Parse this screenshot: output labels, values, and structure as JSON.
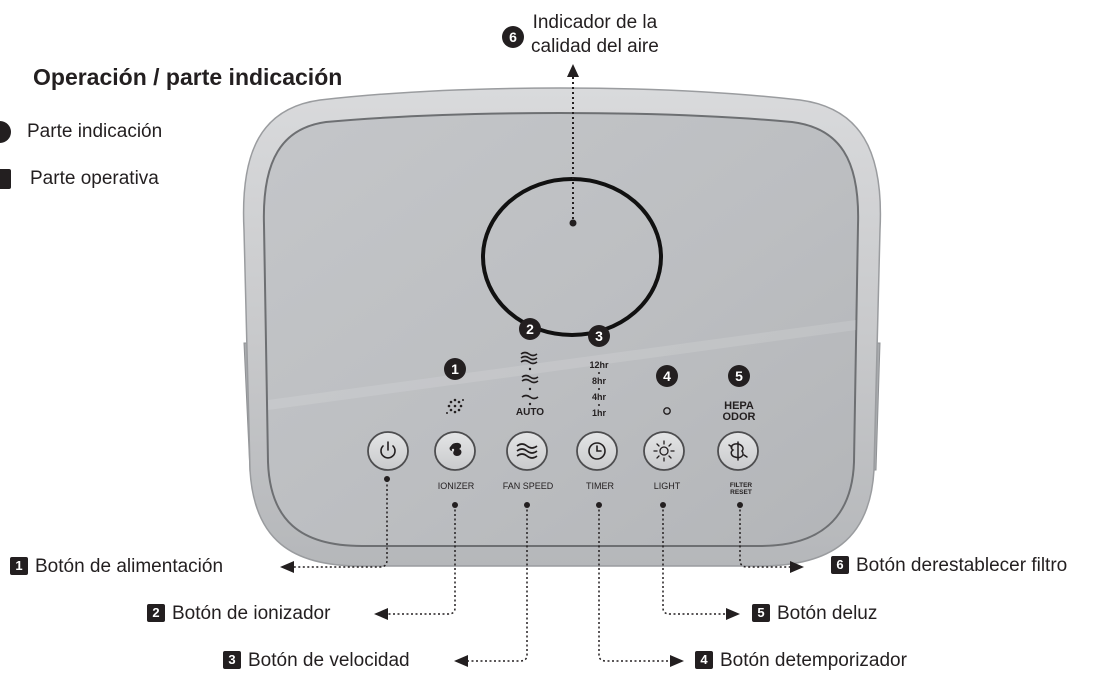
{
  "heading": "Operación / parte indicación",
  "legend": {
    "indication": "Parte indicación",
    "operation": "Parte operativa"
  },
  "air_quality": {
    "badge": "6",
    "line1": "Indicador de la",
    "line2": "calidad del aire"
  },
  "indicators": [
    {
      "badge": "1"
    },
    {
      "badge": "2",
      "label": "AUTO"
    },
    {
      "badge": "3",
      "levels": [
        "12hr",
        "8hr",
        "4hr",
        "1hr"
      ]
    },
    {
      "badge": "4"
    },
    {
      "badge": "5",
      "line1": "HEPA",
      "line2": "ODOR"
    }
  ],
  "buttons": [
    {
      "icon": "power-icon",
      "label": ""
    },
    {
      "icon": "ionizer-icon",
      "label": "IONIZER"
    },
    {
      "icon": "wave-icon",
      "label": "FAN SPEED"
    },
    {
      "icon": "clock-icon",
      "label": "TIMER"
    },
    {
      "icon": "sun-icon",
      "label": "LIGHT"
    },
    {
      "icon": "filter-icon",
      "label_line1": "FILTER",
      "label_line2": "RESET"
    }
  ],
  "callouts": [
    {
      "num": "1",
      "text": "Botón de alimentación"
    },
    {
      "num": "2",
      "text": "Botón de ionizador"
    },
    {
      "num": "3",
      "text": "Botón de velocidad"
    },
    {
      "num": "4",
      "text": "Botón detemporizador"
    },
    {
      "num": "5",
      "text": "Botón deluz"
    },
    {
      "num": "6",
      "text": "Botón derestablecer filtro"
    }
  ],
  "colors": {
    "housing": "#c7c8ca",
    "panel": "#bfc1c4",
    "ink": "#231f20",
    "button_ring": "#4d4d4f"
  }
}
